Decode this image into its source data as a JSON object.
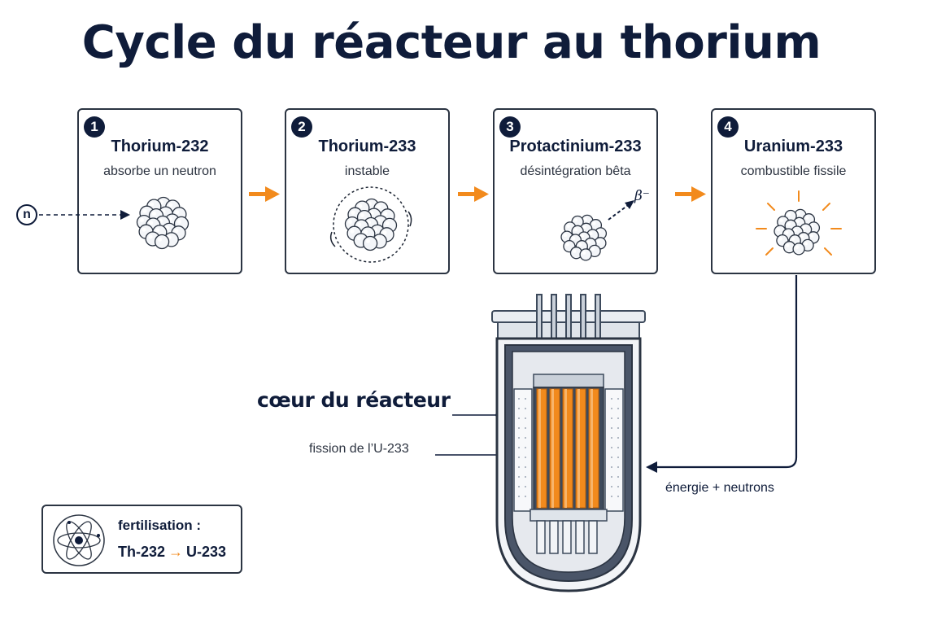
{
  "title": "Cycle du réacteur au thorium",
  "steps": [
    {
      "number": "1",
      "name": "Thorium-232",
      "description": "absorbe un neutron"
    },
    {
      "number": "2",
      "name": "Thorium-233",
      "description": "instable"
    },
    {
      "number": "3",
      "name": "Protactinium-233",
      "description": "désintégration bêta"
    },
    {
      "number": "4",
      "name": "Uranium-233",
      "description": "combustible fissile"
    }
  ],
  "neutron_label": "n",
  "beta_label": "β⁻",
  "reactor": {
    "core_label": "cœur du réacteur",
    "fission_label": "fission de l’U-233",
    "output_label": "énergie + neutrons"
  },
  "legend": {
    "line1": "fertilisation :",
    "from": "Th-232",
    "arrow": "→",
    "to": "U-233"
  },
  "colors": {
    "navy": "#0f1c3a",
    "orange": "#f28a1c",
    "steel": "#3d4a5c"
  }
}
